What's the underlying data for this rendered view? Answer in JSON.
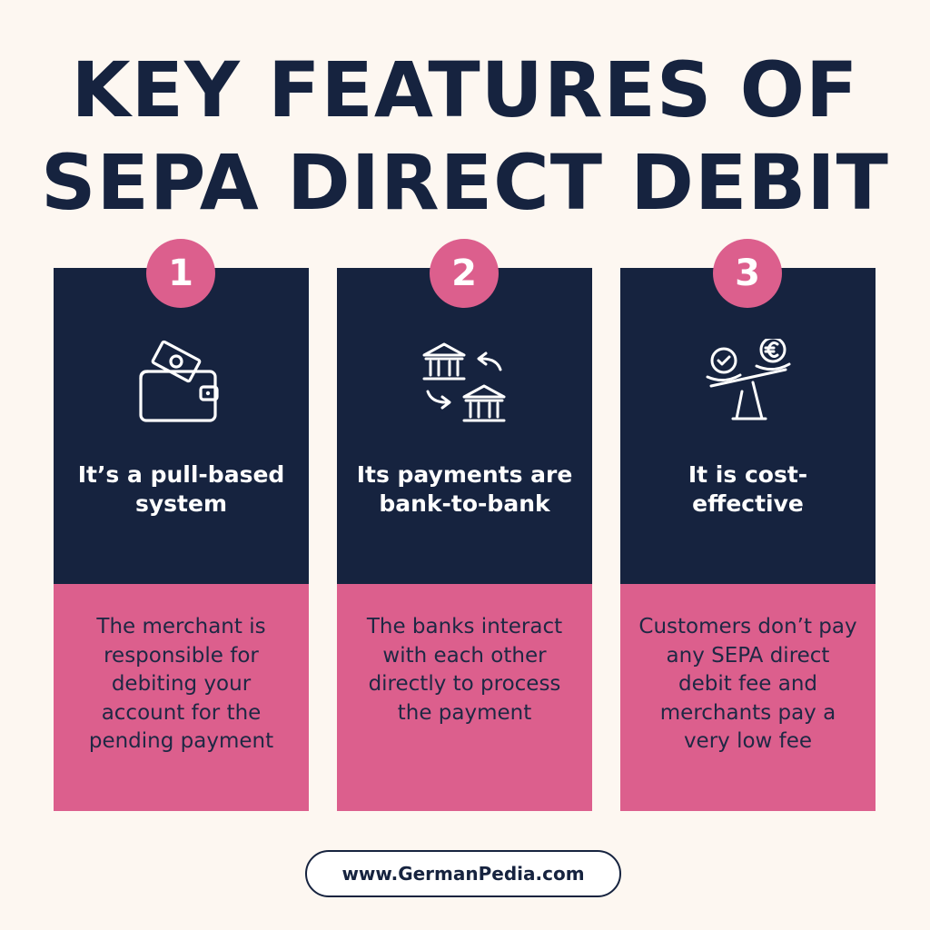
{
  "title": {
    "line1": "KEY FEATURES OF",
    "line2": "SEPA DIRECT DEBIT"
  },
  "colors": {
    "background": "#fdf7f1",
    "navy": "#16233f",
    "pink": "#dc5f8d",
    "white": "#ffffff"
  },
  "cards": [
    {
      "number": "1",
      "icon": "wallet-icon",
      "heading": "It’s a pull-based system",
      "description": "The merchant is responsible for debiting your account for the pending payment"
    },
    {
      "number": "2",
      "icon": "bank-transfer-icon",
      "heading": "Its payments are bank-to-bank",
      "description": "The banks interact with each other directly to process the payment"
    },
    {
      "number": "3",
      "icon": "balance-scale-euro-icon",
      "heading": "It is cost-effective",
      "description": "Customers don’t pay any SEPA direct debit fee and merchants pay a very low fee"
    }
  ],
  "footer": {
    "url": "www.GermanPedia.com"
  }
}
